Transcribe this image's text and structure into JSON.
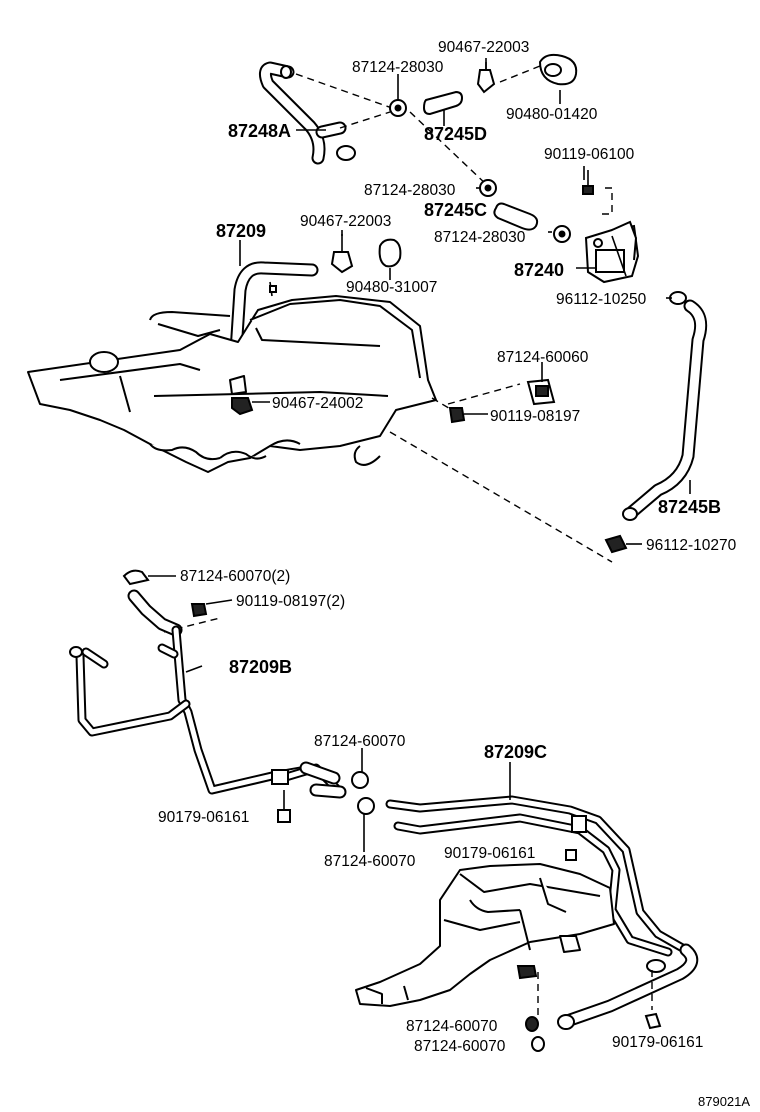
{
  "labels": {
    "p1": "90467-22003",
    "p2": "87124-28030",
    "p3": "90480-01420",
    "p4": "87248A",
    "p5": "87245D",
    "p6": "90119-06100",
    "p7": "87124-28030",
    "p8": "87245C",
    "p9": "87124-28030",
    "p10": "87209",
    "p11": "90467-22003",
    "p12": "87240",
    "p13": "90480-31007",
    "p14": "96112-10250",
    "p15": "87124-60060",
    "p16": "90467-24002",
    "p17": "90119-08197",
    "p18": "87245B",
    "p19": "96112-10270",
    "p20": "87124-60070(2)",
    "p21": "90119-08197(2)",
    "p22": "87209B",
    "p23": "87124-60070",
    "p24": "87209C",
    "p25": "90179-06161",
    "p26": "87124-60070",
    "p27": "90179-06161",
    "p28": "87124-60070",
    "p29": "87124-60070",
    "p30": "90179-06161",
    "diagram_code": "879021A"
  }
}
